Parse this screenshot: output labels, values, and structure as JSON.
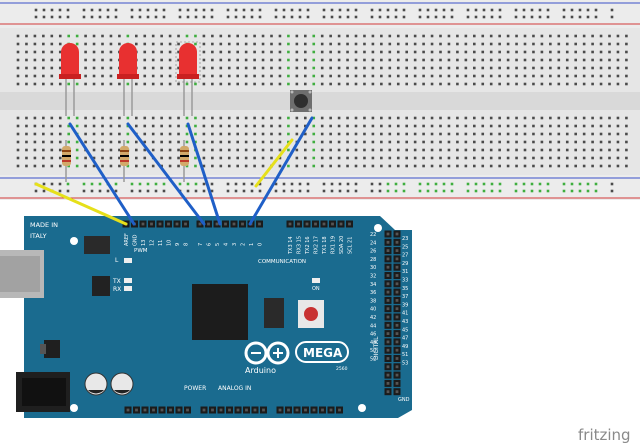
{
  "board": {
    "made_in": "MADE IN",
    "italy": "ITALY",
    "pwm": "PWM",
    "communication": "COMMUNICATION",
    "power": "POWER",
    "analog_in": "ANALOG IN",
    "l_label": "L",
    "tx_label": "TX",
    "rx_label": "RX",
    "on_label": "ON",
    "brand": "Arduino",
    "model": "MEGA",
    "variant": "2560",
    "digital": "DIGITAL",
    "gnd": "GND"
  },
  "pins": {
    "top_left": [
      "AREF",
      "GND",
      "13",
      "12",
      "11",
      "10",
      "9",
      "8"
    ],
    "top_mid": [
      "7",
      "6",
      "5",
      "4",
      "3",
      "2",
      "1",
      "0"
    ],
    "top_comm": [
      "TX3 14",
      "RX3 15",
      "TX2 16",
      "RX2 17",
      "TX1 18",
      "RX1 19",
      "SDA 20",
      "SCL 21"
    ],
    "digital_right": [
      "22",
      "24",
      "26",
      "28",
      "30",
      "32",
      "34",
      "36",
      "38",
      "40",
      "42",
      "44",
      "46",
      "48",
      "50",
      "52"
    ],
    "digital_right2": [
      "23",
      "25",
      "27",
      "29",
      "31",
      "33",
      "35",
      "37",
      "39",
      "41",
      "43",
      "45",
      "47",
      "49",
      "51",
      "53"
    ]
  },
  "watermark": "fritzing",
  "colors": {
    "board": "#1a6b8f",
    "breadboard": "#e6e6e6",
    "rail_red": "#d23a3a",
    "rail_blue": "#3a4fc8",
    "wire_blue": "#1f5fc7",
    "wire_yellow": "#e6e01a",
    "led": "#e83030",
    "resistor": "#d2a96a",
    "button_red": "#c83232"
  }
}
